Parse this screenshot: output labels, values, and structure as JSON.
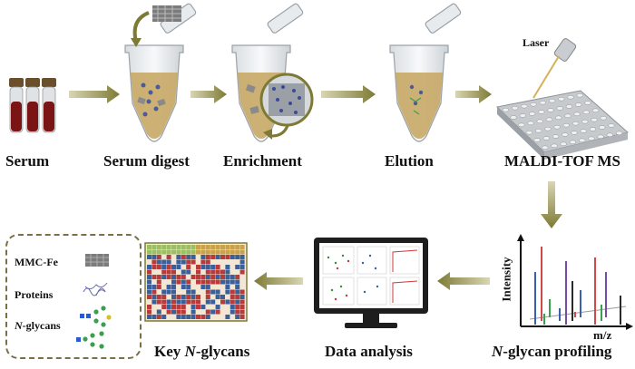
{
  "labels": {
    "serum": "Serum",
    "serum_digest": "Serum digest",
    "enrichment": "Enrichment",
    "elution": "Elution",
    "maldi": "MALDI-TOF MS",
    "laser": "Laser",
    "ngp_prefix": "N",
    "ngp_rest": "-glycan profiling",
    "data_analysis": "Data analysis",
    "key_prefix": "Key ",
    "key_n": "N",
    "key_rest": "-glycans",
    "intensity": "Intensity",
    "mz": "m/z"
  },
  "legend": {
    "mmc": "MMC-Fe",
    "proteins": "Proteins",
    "nglycans_n": "N",
    "nglycans_rest": "-glycans"
  },
  "colors": {
    "arrow": "#7d7a35",
    "liquid": "#c8a866",
    "tube_glass": "#eef1f3",
    "blood": "#7b1414",
    "cap": "#6b4f2c",
    "dashed": "#7a7046",
    "heat_red": "#b83a3a",
    "heat_blue": "#3a5f9a",
    "monitor": "#1e1e1e"
  },
  "icons": [
    "blood-tubes-icon",
    "microcentrifuge-tube-icon",
    "mmc-fe-nanomaterial-icon",
    "magnifier-zoom-icon",
    "laser-icon",
    "maldi-plate-icon",
    "mass-spectrum-icon",
    "monitor-icon",
    "heatmap-icon",
    "protein-icon",
    "n-glycan-icon"
  ]
}
